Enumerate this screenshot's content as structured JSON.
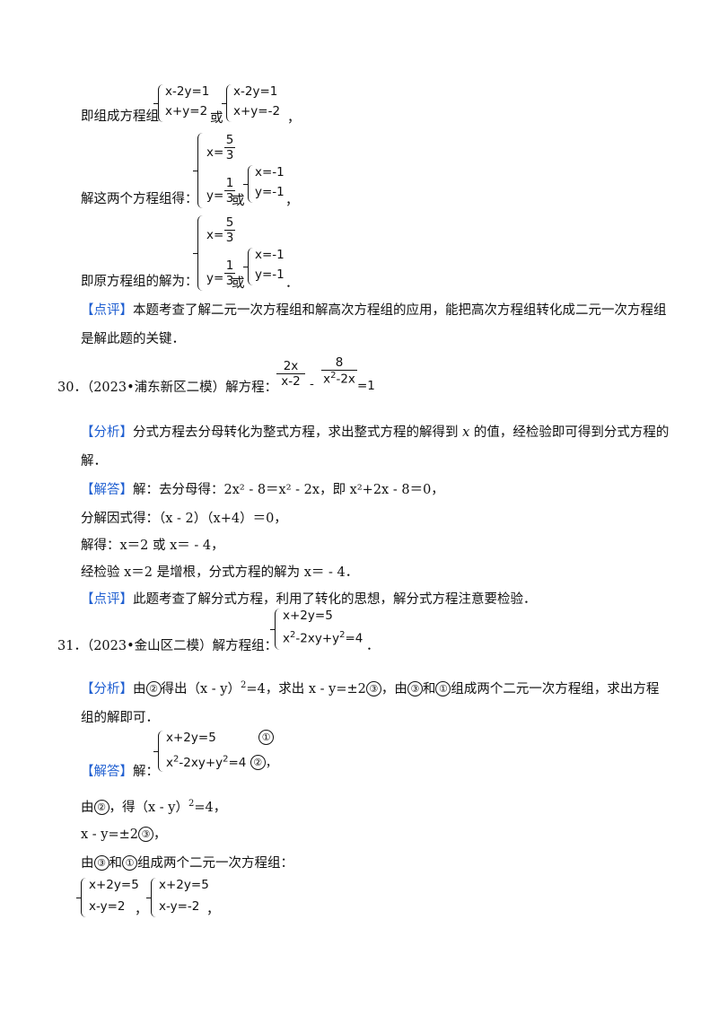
{
  "s1": {
    "prefix": "即组成方程组",
    "sysA": [
      "x-2y=1",
      "x+y=2"
    ],
    "or": "或",
    "sysB": [
      "x-2y=1",
      "x+y=-2"
    ],
    "end": "，"
  },
  "s2": {
    "prefix": "解这两个方程组得：",
    "x_lhs": "x=",
    "x_num": "5",
    "x_den": "3",
    "y_lhs": "y=",
    "y_num": "1",
    "y_den": "3",
    "or": "或",
    "alt": [
      "x=-1",
      "y=-1"
    ],
    "end": "，"
  },
  "s3": {
    "prefix": "即原方程组的解为：",
    "x_lhs": "x=",
    "x_num": "5",
    "x_den": "3",
    "y_lhs": "y=",
    "y_num": "1",
    "y_den": "3",
    "or": "或",
    "alt": [
      "x=-1",
      "y=-1"
    ],
    "end": "．"
  },
  "review1": {
    "tag": "【点评】",
    "line1": "本题考查了解二元一次方程组和解高次方程组的应用，能把高次方程组转化成二元一次方程组",
    "line2": "是解此题的关键．"
  },
  "q30": {
    "number": "30．",
    "source": "（2023•浦东新区二模）解方程：",
    "f1_num": "2x",
    "f1_den": "x-2",
    "minus": "-",
    "f2_num": "8",
    "f2_den_a": "x",
    "f2_den_sup": "2",
    "f2_den_b": "-2x",
    "rhs": "=1"
  },
  "a30": {
    "analysis_tag": "【分析】",
    "analysis_1": "分式方程去分母转化为整式方程，求出整式方程的解得到",
    "analysis_x": "x",
    "analysis_2": "的值，经检验即可得到分式方程的",
    "analysis_3": "解．",
    "answer_tag": "【解答】",
    "step1": "解：去分母得：2x² - 8＝x² - 2x，即 x²+2x - 8＝0，",
    "step2": "分解因式得：（x - 2）（x+4）＝0，",
    "step3": "解得：x＝2 或 x＝ - 4，",
    "step4": "经检验 x＝2 是增根，分式方程的解为 x＝ - 4．",
    "review_tag": "【点评】",
    "review": "此题考查了解分式方程，利用了转化的思想，解分式方程注意要检验．"
  },
  "q31": {
    "number": "31．",
    "source": "（2023•金山区二模）解方程组：",
    "eq1": "x+2y=5",
    "eq2_a": "x",
    "eq2_sup1": "2",
    "eq2_b": "-2xy+y",
    "eq2_sup2": "2",
    "eq2_c": "=4",
    "end": "．"
  },
  "a31": {
    "analysis_tag": "【分析】",
    "analysis_1": "由",
    "c2": "②",
    "analysis_2": "得出（x - y）",
    "sup2": "2",
    "analysis_3": "=4，求出 x - y=±2",
    "c3": "③",
    "analysis_4": "，由",
    "c3b": "③",
    "analysis_5": "和",
    "c1": "①",
    "analysis_6": "组成两个二元一次方程组，求出方程",
    "analysis_7": "组的解即可．",
    "answer_tag": "【解答】",
    "answer_pre": "解：",
    "sys_eq1": "x+2y=5",
    "sys_eq2_a": "x",
    "sys_eq2_sup1": "2",
    "sys_eq2_b": "-2xy+y",
    "sys_eq2_sup2": "2",
    "sys_eq2_c": "=4",
    "mark1": "①",
    "mark2": "②",
    "sys_end": "，",
    "from2_a": "由",
    "from2_c": "②",
    "from2_b": "，得（x - y）",
    "from2_sup": "2",
    "from2_c2": "=4，",
    "xy_line": "x - y=±2",
    "xy_c": "③",
    "xy_end": "，",
    "combine_a": "由",
    "combine_c3": "③",
    "combine_b": "和",
    "combine_c1": "①",
    "combine_c": "组成两个二元一次方程组：",
    "final_sysA": [
      "x+2y=5",
      "x-y=2"
    ],
    "final_sep": "，",
    "final_sysB": [
      "x+2y=5",
      "x-y=-2"
    ],
    "final_end": "，"
  }
}
